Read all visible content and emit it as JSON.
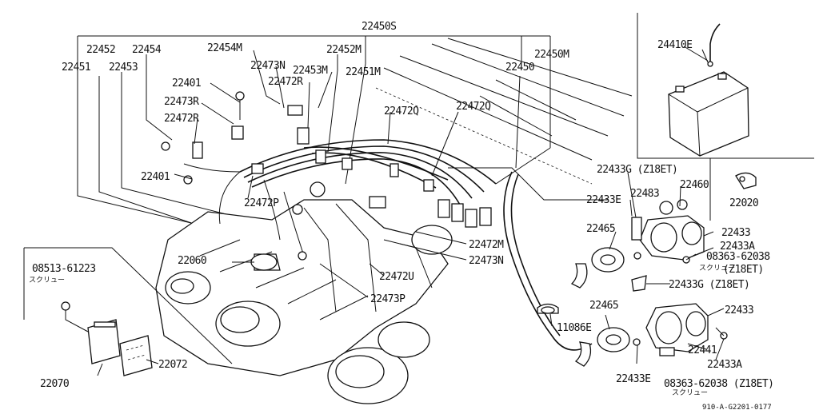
{
  "diagram": {
    "footer_code": "910-A-G2201-0177",
    "part_labels": [
      "22450S",
      "22452",
      "22454",
      "22454M",
      "22452M",
      "22451",
      "22453",
      "22473N",
      "22453M",
      "22451M",
      "22450M",
      "22450",
      "22401",
      "22472R",
      "22473R",
      "22472R",
      "22472Q",
      "22472Q",
      "22401",
      "22472P",
      "22060",
      "22472M",
      "22473N",
      "22472U",
      "22473P",
      "24410E",
      "22433G (Z18ET)",
      "22460",
      "22020",
      "22483",
      "22433E",
      "22433",
      "22433A",
      "22465",
      "08363-62038",
      "(Z18ET)",
      "22433G (Z18ET)",
      "22465",
      "22433",
      "11086E",
      "22441",
      "22433A",
      "22433E",
      "08363-62038 (Z18ET)",
      "08513-61223",
      "22070",
      "22072"
    ],
    "screw_notes": [
      "スクリュー",
      "スクリュー",
      "スクリュー"
    ]
  }
}
